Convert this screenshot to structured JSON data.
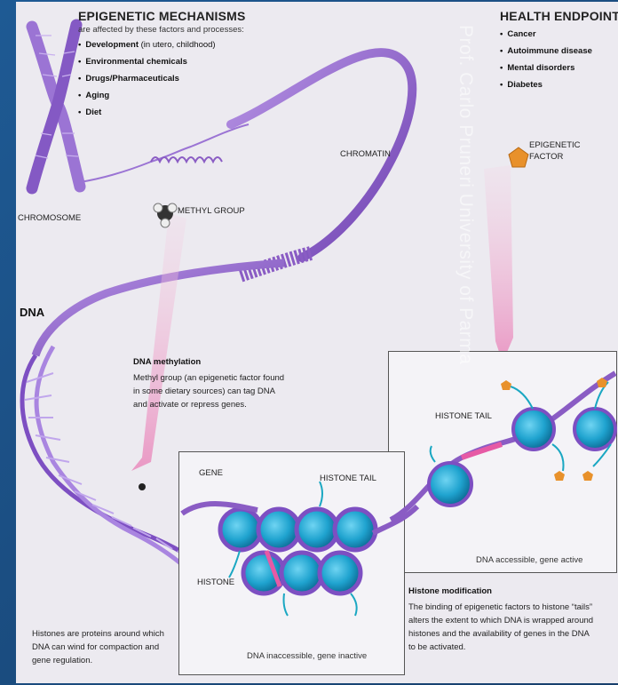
{
  "mechanisms": {
    "title": "EPIGENETIC MECHANISMS",
    "subtitle": "are affected by these factors and processes:",
    "items": [
      {
        "bold": "Development",
        "light": " (in utero, childhood)"
      },
      {
        "bold": "Environmental chemicals",
        "light": ""
      },
      {
        "bold": "Drugs/Pharmaceuticals",
        "light": ""
      },
      {
        "bold": "Aging",
        "light": ""
      },
      {
        "bold": "Diet",
        "light": ""
      }
    ]
  },
  "endpoints": {
    "title": "HEALTH ENDPOINTS",
    "items": [
      "Cancer",
      "Autoimmune disease",
      "Mental disorders",
      "Diabetes"
    ]
  },
  "labels": {
    "chromosome": "CHROMOSOME",
    "chromatin": "CHROMATIN",
    "methyl_group": "METHYL GROUP",
    "epigenetic_factor_1": "EPIGENETIC",
    "epigenetic_factor_2": "FACTOR",
    "dna": "DNA",
    "histone_tail_right": "HISTONE TAIL",
    "gene": "GENE",
    "histone_tail_center": "HISTONE TAIL",
    "histone": "HISTONE",
    "dna_accessible": "DNA accessible, gene active",
    "dna_inaccessible": "DNA inaccessible, gene inactive"
  },
  "methylation": {
    "title": "DNA methylation",
    "text_lines": [
      "Methyl group (an epigenetic factor found",
      "in some dietary sources) can tag DNA",
      "and activate or repress genes."
    ]
  },
  "histones_caption": {
    "text_lines": [
      "Histones are proteins around which",
      "DNA can wind for compaction and",
      "gene regulation."
    ]
  },
  "histone_modification": {
    "title": "Histone modification",
    "text_lines": [
      "The binding of epigenetic factors to histone “tails”",
      "alters the extent to which DNA is wrapped around",
      "histones and the availability of genes in the DNA",
      "to be activated."
    ]
  },
  "watermark": "Prof. Carlo Pruneri University of Parma",
  "colors": {
    "frame": "#1b4f86",
    "panel": "#eceaf0",
    "dna_purple": "#8a5cc4",
    "histone_blue": "#1fa3cf",
    "tail_teal": "#1aa7c2",
    "factor_orange": "#e8912b",
    "arrow_pink": "#f3b5d3"
  },
  "icons": [
    "chromosome-icon",
    "methyl-group-icon",
    "epigenetic-factor-icon",
    "histone-icon"
  ]
}
